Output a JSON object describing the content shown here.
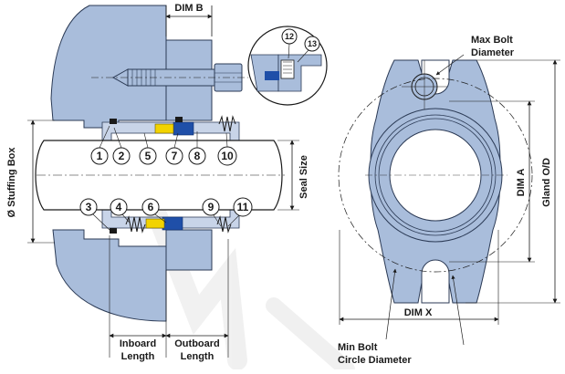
{
  "labels": {
    "dim_b": "DIM B",
    "stuffing_box": "Ø Stuffing Box",
    "seal_size": "Seal Size",
    "inboard_length": [
      "Inboard",
      "Length"
    ],
    "outboard_length": [
      "Outboard",
      "Length"
    ],
    "max_bolt_diameter": [
      "Max Bolt",
      "Diameter"
    ],
    "dim_a": "DIM A",
    "gland_od": "Gland O/D",
    "dim_x": "DIM X",
    "min_bolt_circle": [
      "Min Bolt",
      "Circle Diameter"
    ]
  },
  "callouts_top": [
    "1",
    "2",
    "5",
    "7",
    "8",
    "10"
  ],
  "callouts_bottom": [
    "3",
    "4",
    "6",
    "9",
    "11"
  ],
  "callouts_detail": [
    "12",
    "13"
  ],
  "colors": {
    "housing": "#a9bddb",
    "housing_stroke": "#2b3a55",
    "seal_blue": "#1f4fa8",
    "seal_yellow": "#f2d300",
    "line": "#1a1a1a"
  }
}
